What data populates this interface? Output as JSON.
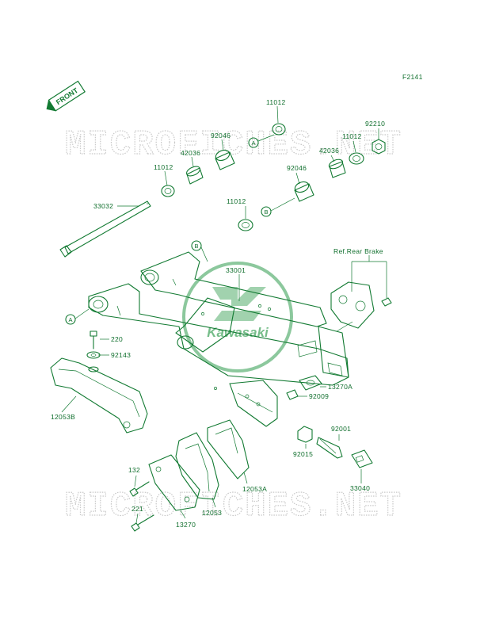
{
  "diagram": {
    "code": "F2141",
    "front_tag": "FRONT",
    "watermark_text": "MICROFICHES.NET",
    "logo_text": "Kawasaki",
    "ref_note": "Ref.Rear Brake",
    "callouts": {
      "a": "A",
      "b": "B"
    },
    "colors": {
      "line": "#127a32",
      "watermark": "#c9c9c9",
      "logo": "#2e9b4c"
    },
    "parts": {
      "p11012_top": "11012",
      "p92210": "92210",
      "p92046_top": "92046",
      "p42036_left": "42036",
      "p11012_right": "11012",
      "p42036_right": "42036",
      "p11012_left": "11012",
      "p92046_mid": "92046",
      "p11012_mid": "11012",
      "p33032": "33032",
      "p33001": "33001",
      "p220": "220",
      "p92143": "92143",
      "p12053B": "12053B",
      "p13270A": "13270A",
      "p92009": "92009",
      "p92001": "92001",
      "p92015": "92015",
      "p33040": "33040",
      "p132": "132",
      "p12053A": "12053A",
      "p221": "221",
      "p12053": "12053",
      "p13270": "13270"
    }
  }
}
